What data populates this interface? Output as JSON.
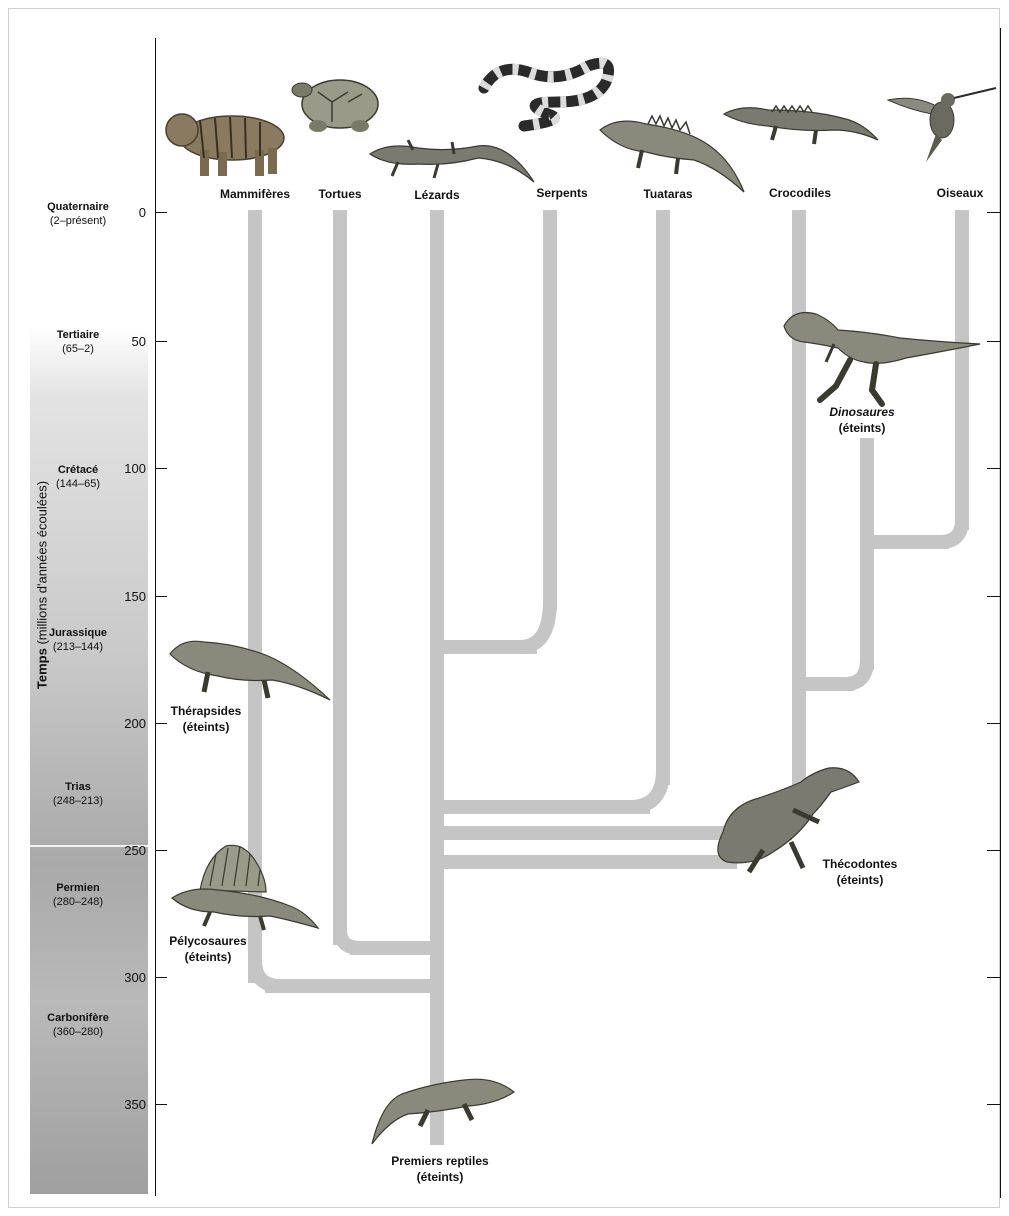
{
  "y_axis": {
    "label_bold": "Temps",
    "label_rest": "(millions d'années écoulées)",
    "ticks": [
      "0",
      "50",
      "100",
      "150",
      "200",
      "250",
      "300",
      "350"
    ]
  },
  "eras": [
    {
      "name": "Quaternaire",
      "range": "(2–présent)"
    },
    {
      "name": "Tertiaire",
      "range": "(65–2)"
    },
    {
      "name": "Crétacé",
      "range": "(144–65)"
    },
    {
      "name": "Jurassique",
      "range": "(213–144)"
    },
    {
      "name": "Trias",
      "range": "(248–213)"
    },
    {
      "name": "Permien",
      "range": "(280–248)"
    },
    {
      "name": "Carbonifère",
      "range": "(360–280)"
    }
  ],
  "groups": {
    "mammiferes": "Mammifères",
    "tortues": "Tortues",
    "lezards": "Lézards",
    "serpents": "Serpents",
    "tuataras": "Tuataras",
    "crocodiles": "Crocodiles",
    "oiseaux": "Oiseaux"
  },
  "extinct": {
    "dinosaures": "Dinosaures",
    "dinosaures_status": "(éteints)",
    "therapsides": "Thérapsides",
    "therapsides_status": "(éteints)",
    "thecodontes": "Thécodontes",
    "thecodontes_status": "(éteints)",
    "pelycosaures": "Pélycosaures",
    "pelycosaures_status": "(éteints)",
    "premiers_reptiles": "Premiers reptiles",
    "premiers_reptiles_status": "(éteints)"
  },
  "colors": {
    "branch": "#c5c5c5",
    "axis": "#111111"
  }
}
